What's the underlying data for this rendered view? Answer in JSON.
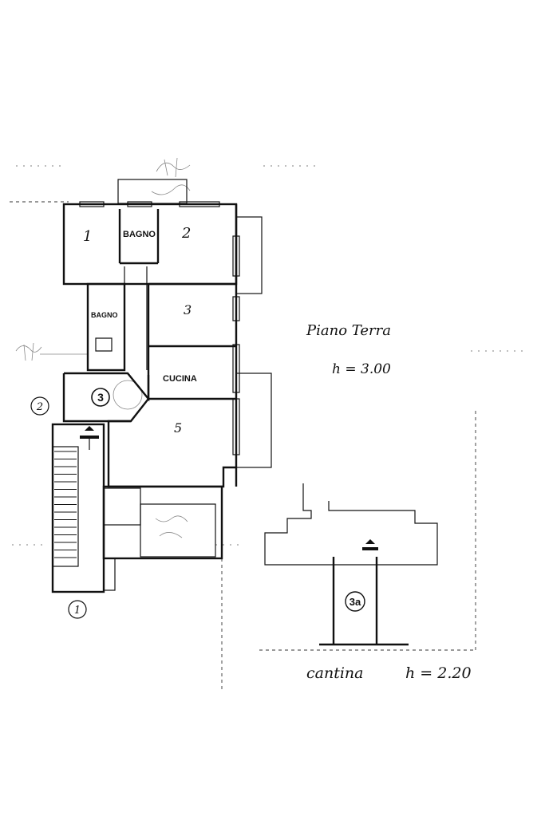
{
  "plan": {
    "floor_title": "Piano Terra",
    "floor_height": "h = 3.00",
    "cellar_label": "cantina",
    "cellar_height": "h = 2.20"
  },
  "rooms": {
    "room_1": "1",
    "bathroom_top": "BAGNO",
    "room_2": "2",
    "bathroom_small": "BAGNO",
    "room_3": "3",
    "kitchen": "CUCINA",
    "room_5": "5"
  },
  "markers": {
    "unit_marker": "3",
    "cellar_marker": "3a",
    "marker_1": "1",
    "marker_2": "2"
  }
}
